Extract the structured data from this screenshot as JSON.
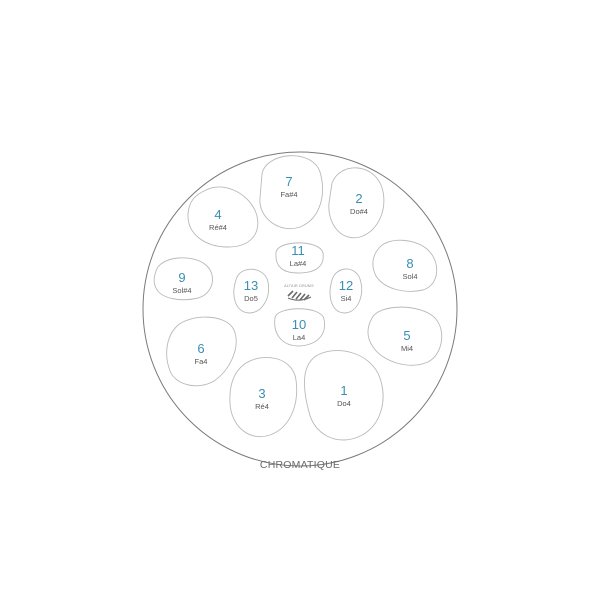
{
  "title": "CHROMATIQUE",
  "colors": {
    "number": "#3a8fb0",
    "note": "#555555",
    "outline": "#b9b9b9",
    "ring": "#7a7a7a",
    "background": "#ffffff"
  },
  "logo": {
    "text": "ALTAIR DRUMS",
    "icon": "drum-brand-logo-icon"
  },
  "notes": [
    {
      "number": "1",
      "name": "Do4"
    },
    {
      "number": "2",
      "name": "Do#4"
    },
    {
      "number": "3",
      "name": "Ré4"
    },
    {
      "number": "4",
      "name": "Ré#4"
    },
    {
      "number": "5",
      "name": "Mi4"
    },
    {
      "number": "6",
      "name": "Fa4"
    },
    {
      "number": "7",
      "name": "Fa#4"
    },
    {
      "number": "8",
      "name": "Sol4"
    },
    {
      "number": "9",
      "name": "Sol#4"
    },
    {
      "number": "10",
      "name": "La4"
    },
    {
      "number": "11",
      "name": "La#4"
    },
    {
      "number": "12",
      "name": "Si4"
    },
    {
      "number": "13",
      "name": "Do5"
    }
  ]
}
